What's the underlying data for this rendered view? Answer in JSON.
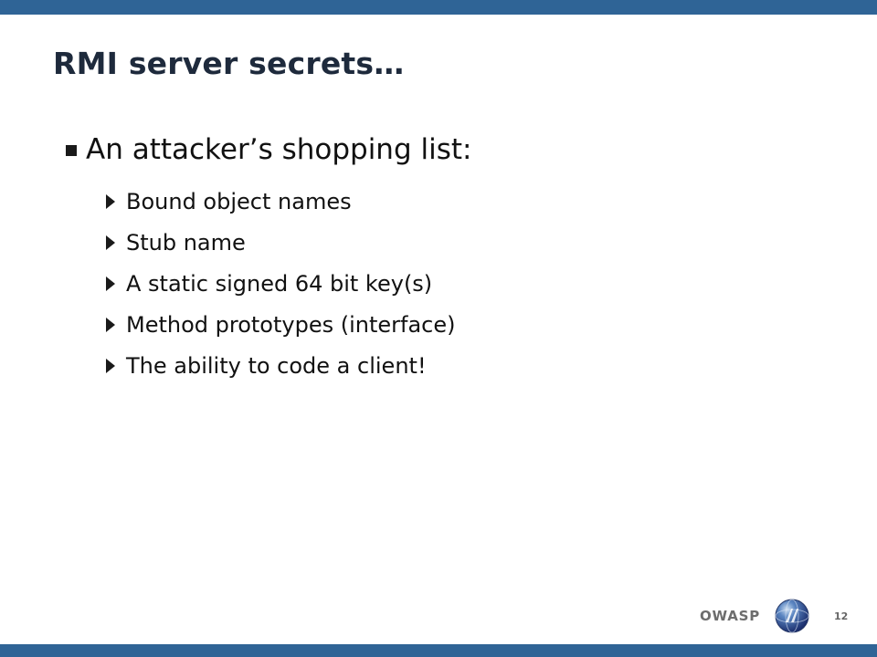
{
  "slide": {
    "title": "RMI server secrets…",
    "main_bullet": "An attacker’s shopping list:",
    "sub_bullets": [
      "Bound object names",
      "Stub name",
      "A static signed 64 bit key(s)",
      "Method prototypes (interface)",
      "The ability to code a client!"
    ]
  },
  "footer": {
    "org": "OWASP",
    "logo_icon": "owasp-globe-icon",
    "page_number": "12"
  },
  "colors": {
    "bar": "#2f6496",
    "title": "#1e2a3c",
    "text": "#111111"
  }
}
